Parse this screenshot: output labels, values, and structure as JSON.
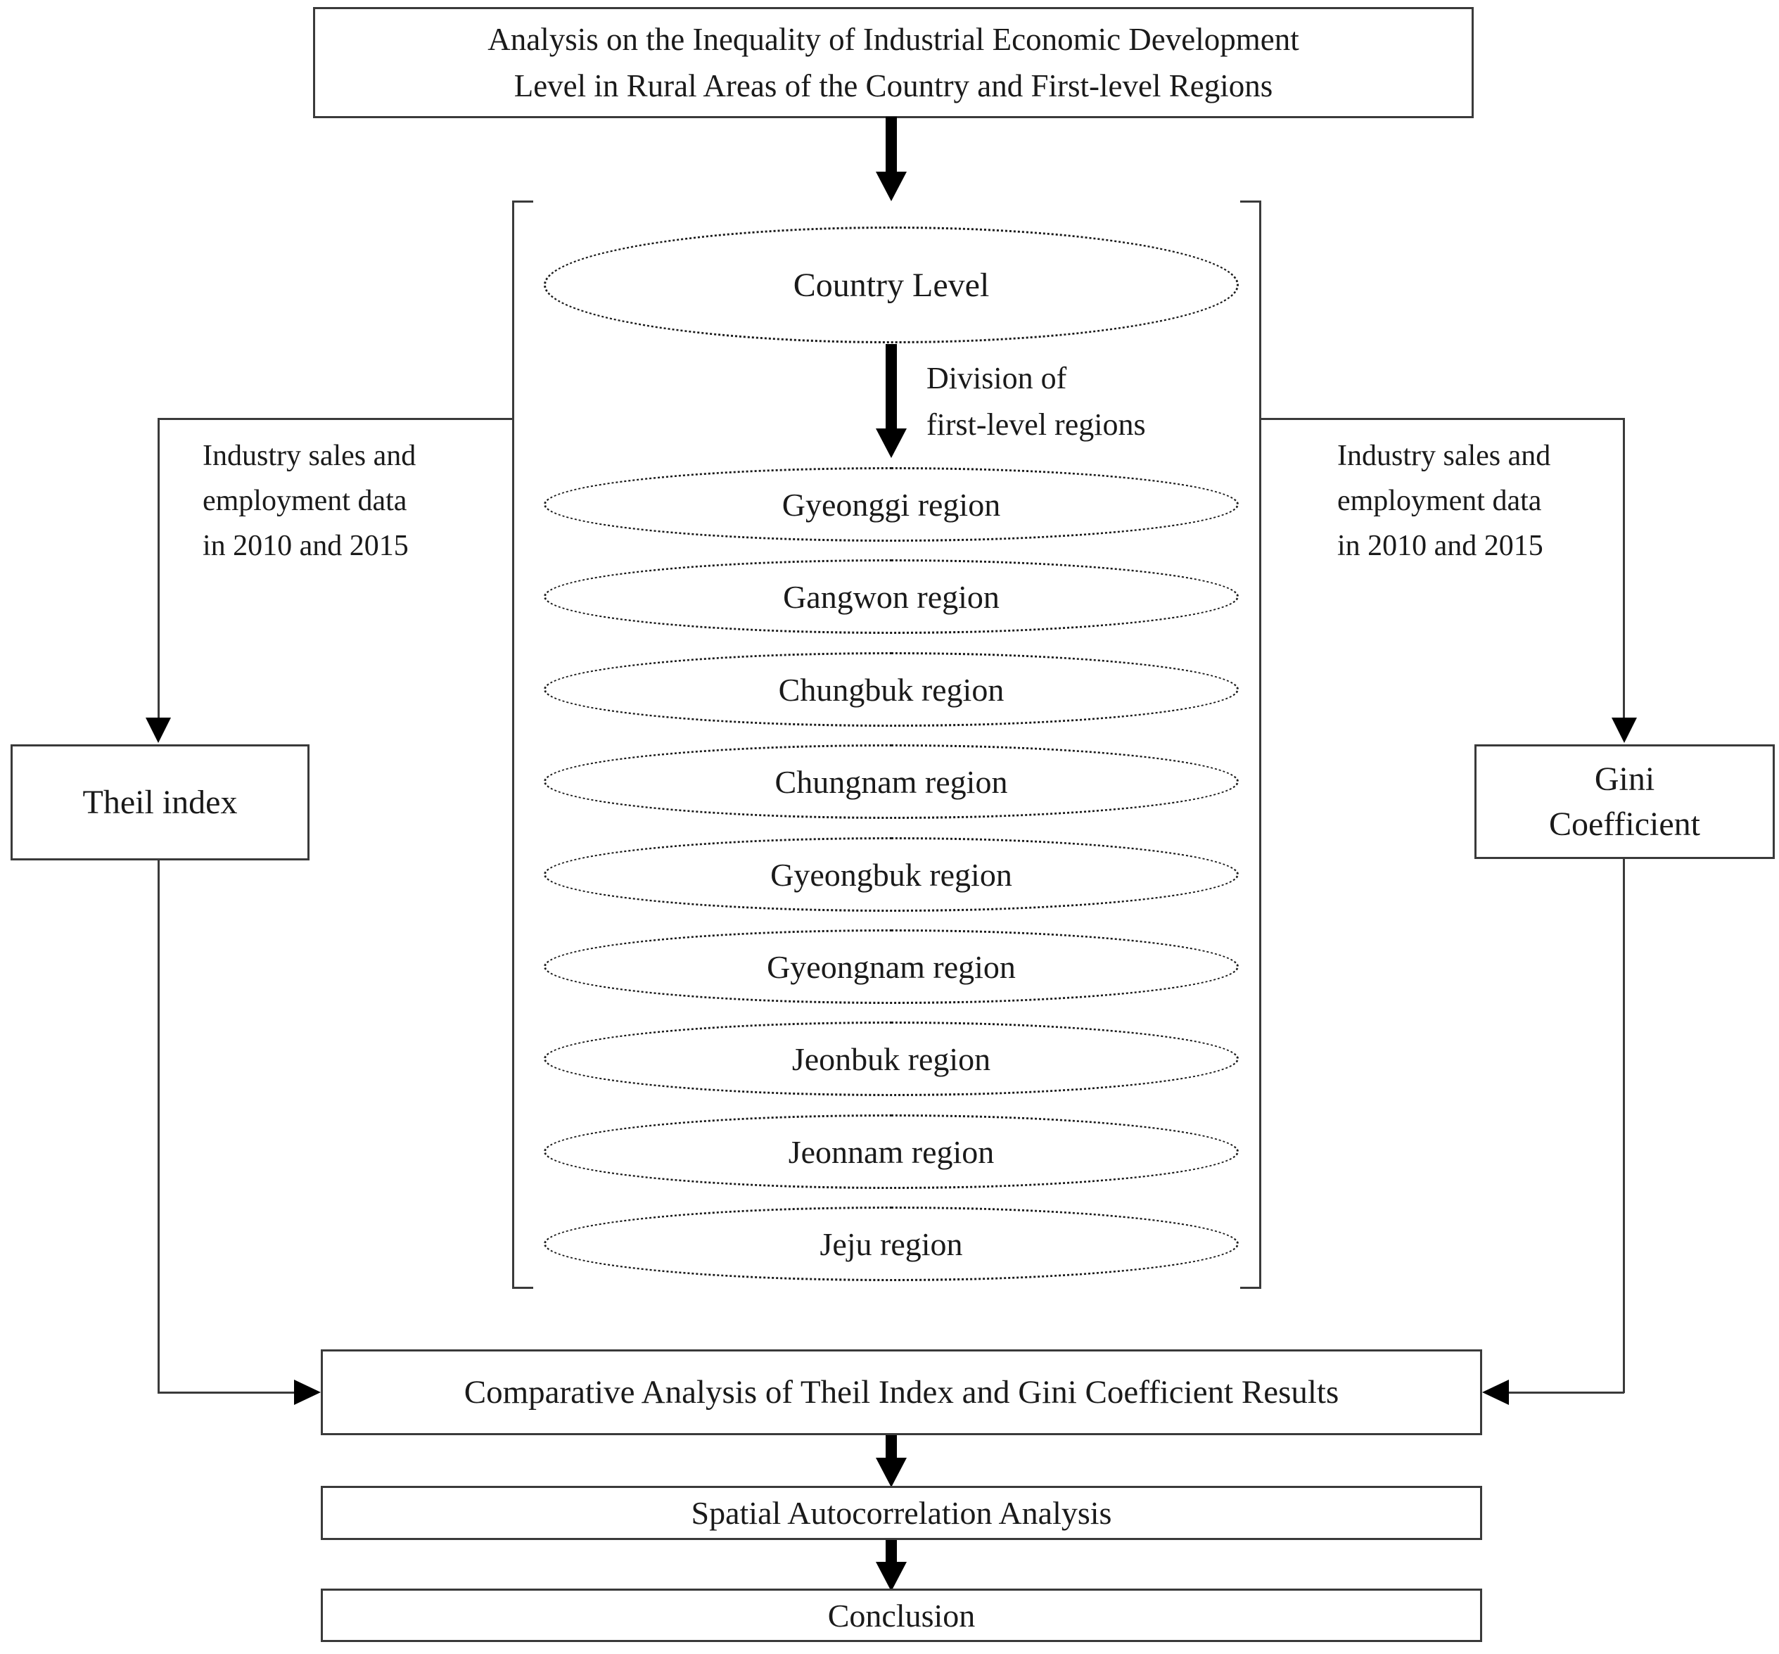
{
  "colors": {
    "ink": "#1a1a1a",
    "line": "#3a3a3a",
    "arrow": "#000000",
    "bg": "#ffffff"
  },
  "title_box": "Analysis on the Inequality of Industrial Economic Development\nLevel in Rural Areas of the Country and First-level Regions",
  "hierarchy": {
    "country": "Country Level",
    "division_arrow_label": "Division of\nfirst-level regions",
    "regions": [
      "Gyeonggi region",
      "Gangwon region",
      "Chungbuk region",
      "Chungnam region",
      "Gyeongbuk region",
      "Gyeongnam region",
      "Jeonbuk region",
      "Jeonnam region",
      "Jeju region"
    ]
  },
  "left_branch": {
    "note": "Industry sales and\nemployment data\nin 2010 and 2015",
    "box": "Theil index"
  },
  "right_branch": {
    "note": "Industry sales and\nemployment data\nin 2010 and 2015",
    "box": "Gini\nCoefficient"
  },
  "bottom_flow": {
    "comparative_box": "Comparative Analysis of Theil Index and Gini Coefficient Results",
    "spatial_box": "Spatial Autocorrelation Analysis",
    "conclusion_box": "Conclusion"
  }
}
